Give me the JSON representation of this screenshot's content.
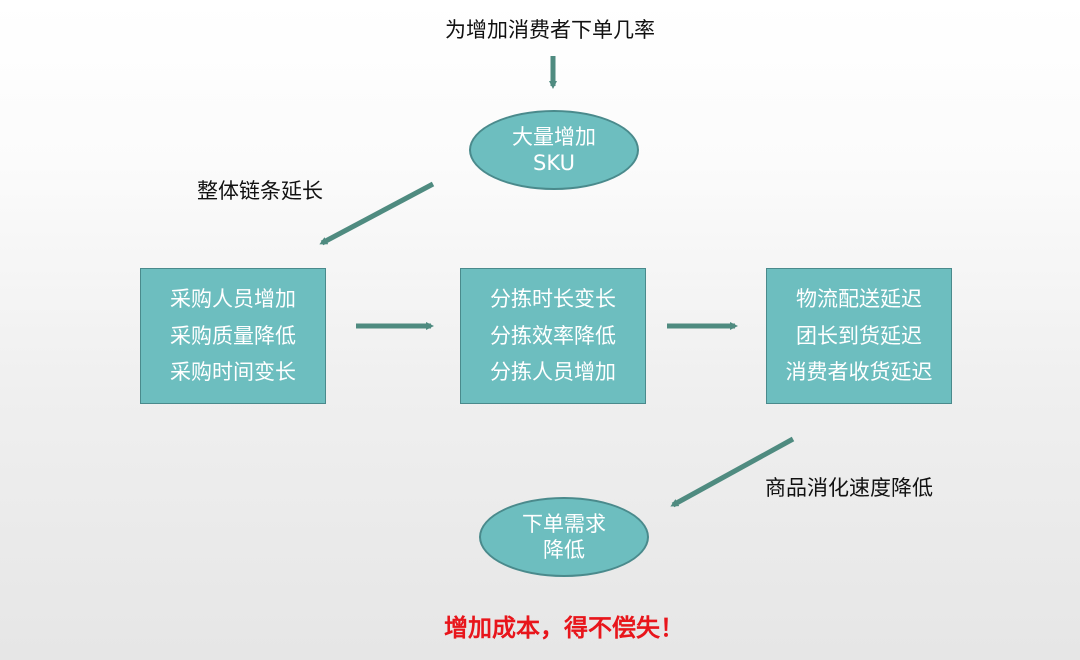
{
  "top_label": "为增加消费者下单几率",
  "top_ellipse": [
    "大量增加",
    "SKU"
  ],
  "left_label": "整体链条延长",
  "boxes": [
    [
      "采购人员增加",
      "采购质量降低",
      "采购时间变长"
    ],
    [
      "分拣时长变长",
      "分拣效率降低",
      "分拣人员增加"
    ],
    [
      "物流配送延迟",
      "团长到货延迟",
      "消费者收货延迟"
    ]
  ],
  "right_label": "商品消化速度降低",
  "bottom_ellipse": [
    "下单需求",
    "降低"
  ],
  "conclusion": "增加成本，得不偿失！",
  "colors": {
    "fill": "#6dbebf",
    "border": "#4a8a8c",
    "arrow": "#4f8b80",
    "conclusion": "#e8151b"
  }
}
